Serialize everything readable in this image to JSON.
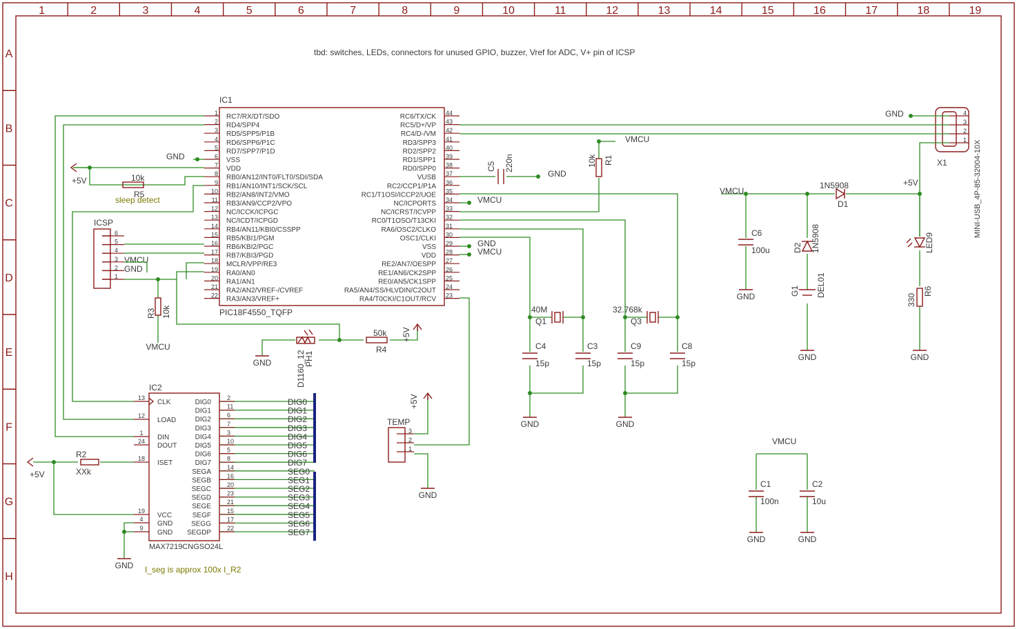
{
  "frame": {
    "cols": [
      "1",
      "2",
      "3",
      "4",
      "5",
      "6",
      "7",
      "8",
      "9",
      "10",
      "11",
      "12",
      "13",
      "14",
      "15",
      "16",
      "17",
      "18",
      "19"
    ],
    "rows": [
      "A",
      "B",
      "C",
      "D",
      "E",
      "F",
      "G",
      "H"
    ]
  },
  "notes": {
    "top": "tbd: switches, LEDs, connectors for unused GPIO, buzzer, Vref for ADC, V+ pin of ICSP",
    "sleep": "sleep detect",
    "iseg": "I_seg is approx 100x I_R2"
  },
  "ic1": {
    "name": "IC1",
    "value": "PIC18F4550_TQFP",
    "left_pins": [
      {
        "num": "1",
        "label": "RC7/RX/DT/SDO"
      },
      {
        "num": "2",
        "label": "RD4/SPP4"
      },
      {
        "num": "3",
        "label": "RD5/SPP5/P1B"
      },
      {
        "num": "4",
        "label": "RD6/SPP6/P1C"
      },
      {
        "num": "5",
        "label": "RD7/SPP7/P1D"
      },
      {
        "num": "6",
        "label": "VSS"
      },
      {
        "num": "7",
        "label": "VDD"
      },
      {
        "num": "8",
        "label": "RB0/AN12/INT0/FLT0/SDI/SDA"
      },
      {
        "num": "9",
        "label": "RB1/AN10/INT1/SCK/SCL"
      },
      {
        "num": "10",
        "label": "RB2/AN8/INT2/VMO"
      },
      {
        "num": "11",
        "label": "RB3/AN9/CCP2/VPO"
      },
      {
        "num": "12",
        "label": "NC/ICCK/ICPGC"
      },
      {
        "num": "13",
        "label": "NC/ICDT/ICPGD"
      },
      {
        "num": "14",
        "label": "RB4/AN11/KBI0/CSSPP"
      },
      {
        "num": "15",
        "label": "RB5/KBI1/PGM"
      },
      {
        "num": "16",
        "label": "RB6/KBI2/PGC"
      },
      {
        "num": "17",
        "label": "RB7/KBI3/PGD"
      },
      {
        "num": "18",
        "label": "MCLR/VPP/RE3"
      },
      {
        "num": "19",
        "label": "RA0/AN0"
      },
      {
        "num": "20",
        "label": "RA1/AN1"
      },
      {
        "num": "21",
        "label": "RA2/AN2/VREF-/CVREF"
      },
      {
        "num": "22",
        "label": "RA3/AN3/VREF+"
      }
    ],
    "right_pins": [
      {
        "num": "44",
        "label": "RC6/TX/CK"
      },
      {
        "num": "43",
        "label": "RC5/D+/VP"
      },
      {
        "num": "42",
        "label": "RC4/D-/VM"
      },
      {
        "num": "41",
        "label": "RD3/SPP3"
      },
      {
        "num": "40",
        "label": "RD2/SPP2"
      },
      {
        "num": "39",
        "label": "RD1/SPP1"
      },
      {
        "num": "38",
        "label": "RD0/SPP0"
      },
      {
        "num": "37",
        "label": "VUSB"
      },
      {
        "num": "36",
        "label": "RC2/CCP1/P1A"
      },
      {
        "num": "35",
        "label": "RC1/T1OSI/ICCP2/UOE"
      },
      {
        "num": "34",
        "label": "NC/ICPORTS"
      },
      {
        "num": "33",
        "label": "NC/ICRST/ICVPP"
      },
      {
        "num": "32",
        "label": "RC0/T1OSO/T13CKI"
      },
      {
        "num": "31",
        "label": "RA6/OSC2/CLKO"
      },
      {
        "num": "30",
        "label": "OSC1/CLKI"
      },
      {
        "num": "29",
        "label": "VSS"
      },
      {
        "num": "28",
        "label": "VDD"
      },
      {
        "num": "27",
        "label": "RE2/AN7/OESPP"
      },
      {
        "num": "26",
        "label": "RE1/AN6/CK2SPP"
      },
      {
        "num": "25",
        "label": "RE0/AN5/CK1SPP"
      },
      {
        "num": "24",
        "label": "RA5/AN4/SS/HLVDIN/C2OUT"
      },
      {
        "num": "23",
        "label": "RA4/T0CKI/C1OUT/RCV"
      }
    ]
  },
  "ic2": {
    "name": "IC2",
    "value": "MAX7219CNGSO24L",
    "left_pins": [
      {
        "num": "13",
        "label": "CLK"
      },
      {
        "num": "12",
        "label": "LOAD"
      },
      {
        "num": "1",
        "label": "DIN"
      },
      {
        "num": "24",
        "label": "DOUT"
      },
      {
        "num": "18",
        "label": "ISET"
      },
      {
        "num": "19",
        "label": "VCC"
      },
      {
        "num": "4",
        "label": "GND"
      },
      {
        "num": "9",
        "label": "GND"
      }
    ],
    "right_pins": [
      {
        "num": "2",
        "label": "DIG0",
        "net": "DIG0"
      },
      {
        "num": "11",
        "label": "DIG1",
        "net": "DIG1"
      },
      {
        "num": "6",
        "label": "DIG2",
        "net": "DIG2"
      },
      {
        "num": "7",
        "label": "DIG3",
        "net": "DIG3"
      },
      {
        "num": "3",
        "label": "DIG4",
        "net": "DIG4"
      },
      {
        "num": "10",
        "label": "DIG5",
        "net": "DIG5"
      },
      {
        "num": "5",
        "label": "DIG6",
        "net": "DIG6"
      },
      {
        "num": "8",
        "label": "DIG7",
        "net": "DIG7"
      },
      {
        "num": "14",
        "label": "SEGA",
        "net": "SEG0"
      },
      {
        "num": "16",
        "label": "SEGB",
        "net": "SEG1"
      },
      {
        "num": "20",
        "label": "SEGC",
        "net": "SEG2"
      },
      {
        "num": "23",
        "label": "SEGD",
        "net": "SEG3"
      },
      {
        "num": "21",
        "label": "SEGE",
        "net": "SEG4"
      },
      {
        "num": "15",
        "label": "SEGF",
        "net": "SEG5"
      },
      {
        "num": "17",
        "label": "SEGG",
        "net": "SEG6"
      },
      {
        "num": "22",
        "label": "SEGDP",
        "net": "SEG7"
      }
    ]
  },
  "icsp": {
    "name": "ICSP",
    "pins": [
      "6",
      "5",
      "4",
      "3",
      "2",
      "1"
    ],
    "vmcu": "VMCU",
    "gnd": "GND"
  },
  "temp": {
    "name": "TEMP",
    "pins": [
      "3",
      "2",
      "1"
    ],
    "vcc": "+5V",
    "gnd": "GND"
  },
  "usb": {
    "name": "X1",
    "value": "MINI-USB_4P-85-32004-10X",
    "pins": [
      "4",
      "3",
      "2",
      "1"
    ],
    "gnd": "GND"
  },
  "parts": {
    "r1": {
      "name": "R1",
      "value": "10k"
    },
    "r2": {
      "name": "R2",
      "value": "XXk"
    },
    "r3": {
      "name": "R3",
      "value": "10k"
    },
    "r4": {
      "name": "R4",
      "value": "50k"
    },
    "r5": {
      "name": "R5",
      "value": "10k"
    },
    "r6": {
      "name": "R6",
      "value": "330"
    },
    "c1": {
      "name": "C1",
      "value": "100n"
    },
    "c2": {
      "name": "C2",
      "value": "10u"
    },
    "c3": {
      "name": "C3",
      "value": "15p"
    },
    "c4": {
      "name": "C4",
      "value": "15p"
    },
    "c5": {
      "name": "C5",
      "value": "220n"
    },
    "c6": {
      "name": "C6",
      "value": "100u"
    },
    "c8": {
      "name": "C8",
      "value": "15p"
    },
    "c9": {
      "name": "C9",
      "value": "15p"
    },
    "q1": {
      "name": "Q1",
      "value": "40M"
    },
    "q3": {
      "name": "Q3",
      "value": "32.768k"
    },
    "d1": {
      "name": "D1",
      "value": "1N5908"
    },
    "d2": {
      "name": "D2",
      "value": "1N5908"
    },
    "g1": {
      "name": "G1",
      "value": "DEL01"
    },
    "led9": {
      "name": "LED9"
    },
    "ph1": {
      "name": "PH1",
      "value": "D1160_12"
    }
  },
  "nets": {
    "gnd": "GND",
    "vmcu": "VMCU",
    "p5v": "+5V"
  },
  "colors": {
    "frame": "#8b1a1a",
    "wire": "#2e8b22",
    "bus": "#1a237e",
    "text": "#3a3a3a",
    "note": "#7a7a00"
  }
}
